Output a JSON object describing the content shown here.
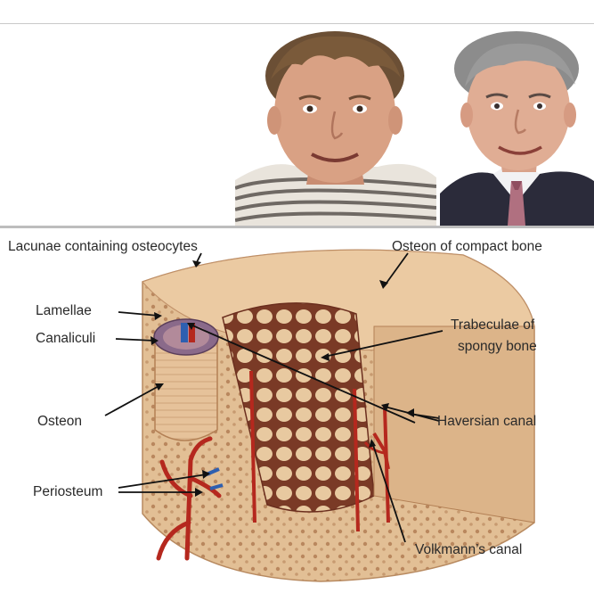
{
  "photos": [
    {
      "name": "portrait-1",
      "subject": "smiling man with tousled hair and striped shirt"
    },
    {
      "name": "portrait-2",
      "subject": "smiling grey-haired man in dark suit and tie"
    }
  ],
  "figure": {
    "labels": {
      "lacunae": "Lacunae containing osteocytes",
      "osteon_compact": "Osteon of compact bone",
      "lamellae": "Lamellae",
      "canaliculi": "Canaliculi",
      "trabeculae_1": "Trabeculae of",
      "trabeculae_2": "spongy bone",
      "osteon": "Osteon",
      "haversian": "Haversian canal",
      "periosteum": "Periosteum",
      "volkmann": "Volkmann’s canal"
    }
  },
  "colors": {
    "bone": "#e8c9a0",
    "bone_dark": "#c89a70",
    "vessel_red": "#b5281e",
    "vessel_blue": "#2e5fb0"
  }
}
